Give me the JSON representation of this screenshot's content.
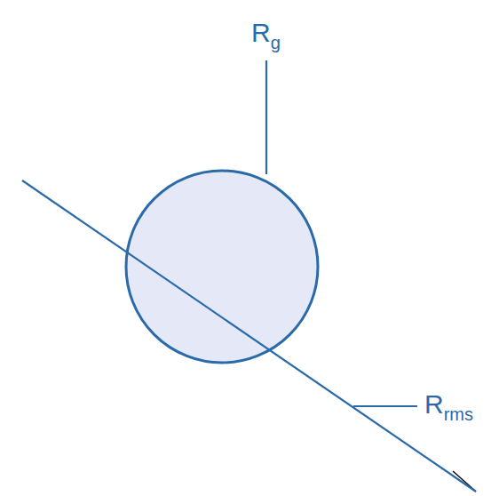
{
  "diagram": {
    "labels": [
      "R",
      "g",
      "R",
      "rms"
    ]
  }
}
